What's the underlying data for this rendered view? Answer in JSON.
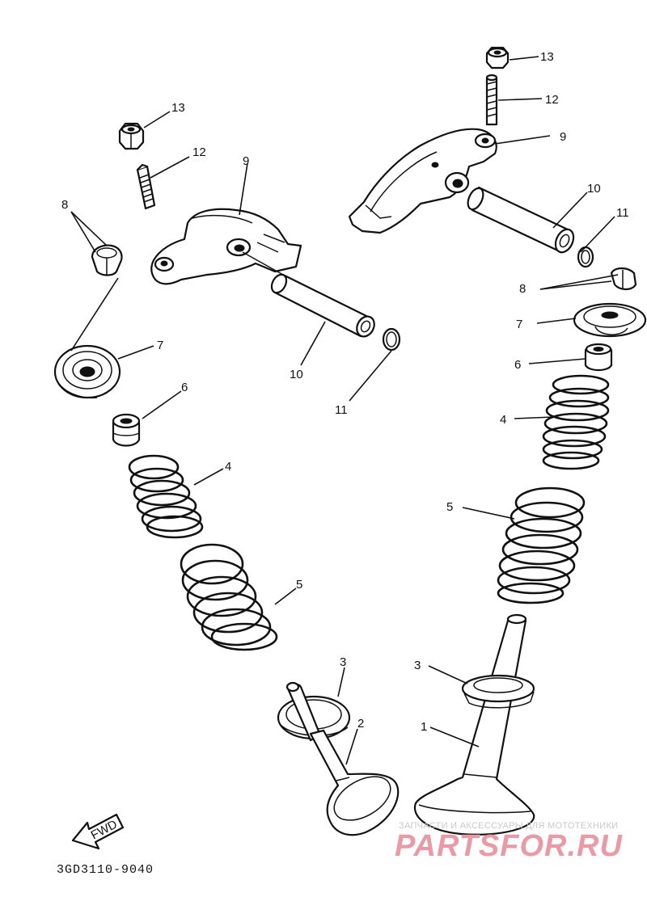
{
  "diagram": {
    "code": "3GD3110-9040",
    "fwd_label": "FWD",
    "callouts": {
      "valve_exhaust": "1",
      "valve_intake": "2",
      "spring_seat": "3",
      "inner_spring": "4",
      "outer_spring": "5",
      "stem_seal": "6",
      "retainer": "7",
      "cotter": "8",
      "rocker_arm": "9",
      "rocker_shaft": "10",
      "o_ring": "11",
      "adjuster_screw": "12",
      "lock_nut": "13"
    }
  },
  "watermark": {
    "subtitle": "ЗАПЧАСТИ И АКСЕССУАРЫ ДЛЯ МОТОТЕХНИКИ",
    "brand": "PARTSFOR.RU",
    "color": "#e07080"
  }
}
